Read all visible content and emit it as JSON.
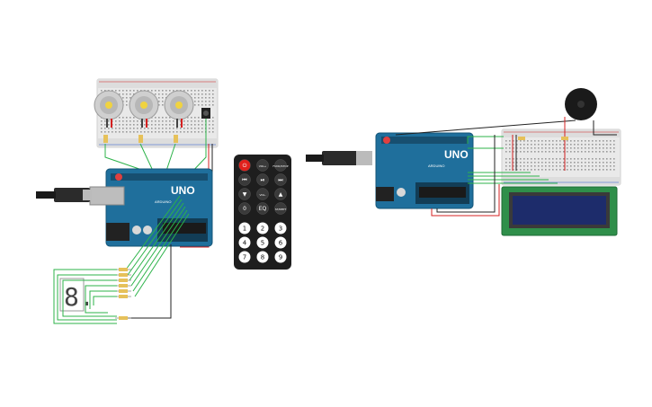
{
  "scene": {
    "description_free": true
  },
  "colors": {
    "wire_green": "#2db34a",
    "wire_red": "#d42020",
    "wire_black": "#222222",
    "board_blue": "#1f6f9c",
    "breadboard": "#e8e8e8",
    "lcd_green": "#2f8f4a",
    "lcd_screen": "#1d2c6b",
    "remote_body": "#1e1e1e",
    "remote_power": "#e0201c",
    "buzzer": "#1a1a1a"
  },
  "arduino_left": {
    "logo_text": "UNO",
    "brand_text": "ARDUINO"
  },
  "arduino_right": {
    "logo_text": "UNO",
    "brand_text": "ARDUINO"
  },
  "seven_segment": {
    "digit": "8."
  },
  "remote": {
    "top_row": [
      "⏻",
      "VOL+",
      "FUNC/STOP"
    ],
    "row2": [
      "⏮",
      "⏯",
      "⏭"
    ],
    "row3": [
      "▼",
      "VOL-",
      "▲"
    ],
    "row4": [
      "0",
      "EQ",
      "ST/REPT"
    ],
    "digits": [
      "1",
      "2",
      "3",
      "4",
      "5",
      "6",
      "7",
      "8",
      "9"
    ]
  }
}
